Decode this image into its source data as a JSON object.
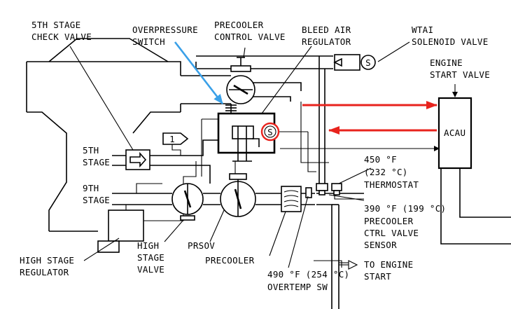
{
  "labels": {
    "check_valve": [
      "5TH STAGE",
      "CHECK VALVE"
    ],
    "overpressure_switch": [
      "OVERPRESSURE",
      "SWITCH"
    ],
    "precooler_control_valve": [
      "PRECOOLER",
      "CONTROL VALVE"
    ],
    "bleed_air_regulator": [
      "BLEED AIR",
      "REGULATOR"
    ],
    "wtai_solenoid_valve": [
      "WTAI",
      "SOLENOID VALVE"
    ],
    "engine_start_valve": [
      "ENGINE",
      "START VALVE"
    ],
    "acau": "ACAU",
    "stage_5": [
      "5TH",
      "STAGE"
    ],
    "stage_9": [
      "9TH",
      "STAGE"
    ],
    "thermostat": [
      "450 °F",
      "(232 °C)",
      "THERMOSTAT"
    ],
    "precooler_sensor": [
      "390 °F (199 °C)",
      "PRECOOLER",
      "CTRL VALVE",
      "SENSOR"
    ],
    "high_stage_regulator": [
      "HIGH STAGE",
      "REGULATOR"
    ],
    "high_stage_valve": [
      "HIGH",
      "STAGE",
      "VALVE"
    ],
    "prsov": "PRSOV",
    "precooler": "PRECOOLER",
    "overtemp_switch": [
      "490 °F (254 °C)",
      "OVERTEMP SW"
    ],
    "to_engine_start": [
      "TO ENGINE",
      "START"
    ],
    "note_marker": "1",
    "solenoid_symbol": "S",
    "wtai_symbol": "S"
  },
  "colors": {
    "highlight_arrow": "#e8231d",
    "pointer_arrow": "#3aa0e8",
    "solenoid_ring": "#e8231d",
    "line": "#000000"
  }
}
